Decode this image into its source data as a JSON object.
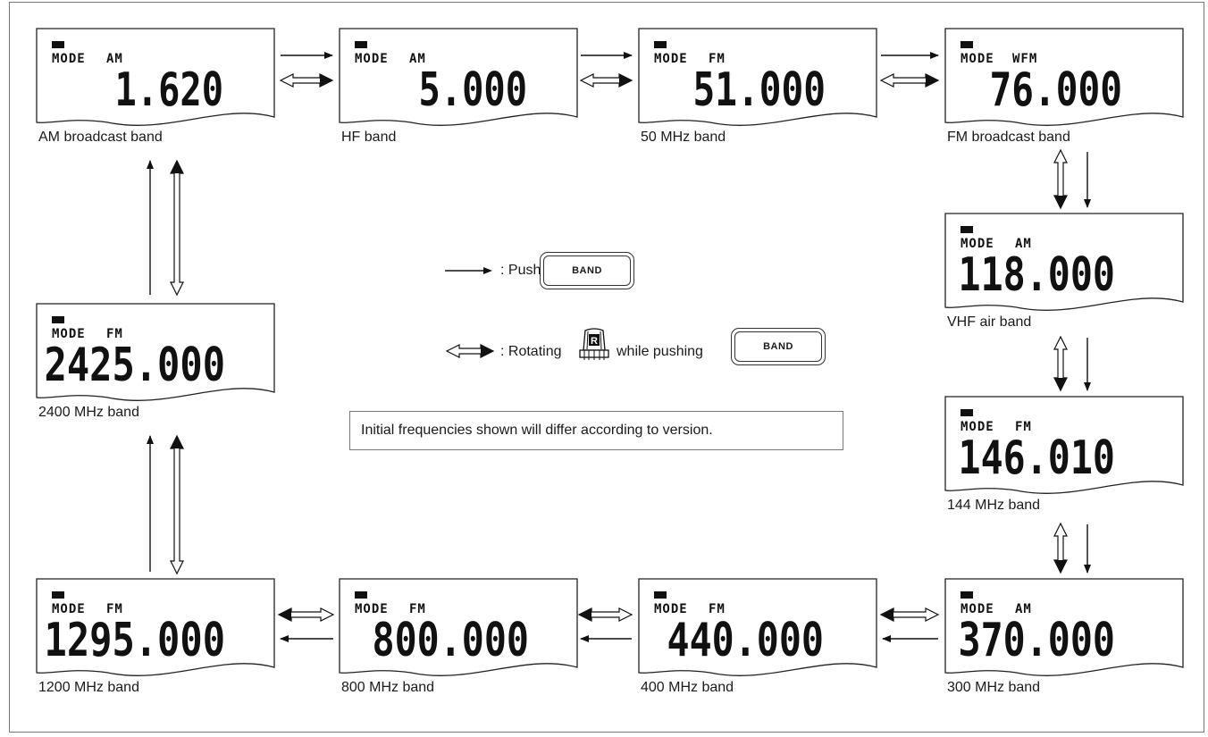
{
  "mode_word": "MODE",
  "bands": [
    {
      "id": "am-broadcast",
      "label": "AM broadcast band",
      "mode": "AM",
      "freq": "1.620"
    },
    {
      "id": "hf",
      "label": "HF band",
      "mode": "AM",
      "freq": "5.000"
    },
    {
      "id": "50mhz",
      "label": "50 MHz band",
      "mode": "FM",
      "freq": "51.000"
    },
    {
      "id": "fm-broadcast",
      "label": "FM broadcast band",
      "mode": "WFM",
      "freq": "76.000"
    },
    {
      "id": "vhf-air",
      "label": "VHF air band",
      "mode": "AM",
      "freq": "118.000"
    },
    {
      "id": "144mhz",
      "label": "144 MHz band",
      "mode": "FM",
      "freq": "146.010"
    },
    {
      "id": "300mhz",
      "label": "300 MHz band",
      "mode": "AM",
      "freq": "370.000"
    },
    {
      "id": "400mhz",
      "label": "400 MHz band",
      "mode": "FM",
      "freq": "440.000"
    },
    {
      "id": "800mhz",
      "label": "800 MHz band",
      "mode": "FM",
      "freq": "800.000"
    },
    {
      "id": "1200mhz",
      "label": "1200 MHz band",
      "mode": "FM",
      "freq": "1295.000"
    },
    {
      "id": "2400mhz",
      "label": "2400 MHz band",
      "mode": "FM",
      "freq": "2425.000"
    }
  ],
  "legend": {
    "push_text": ": Push",
    "rotate_text": ": Rotating",
    "while_text": "while pushing",
    "band_key_label": "BAND",
    "dial_letter": "R"
  },
  "note": "Initial frequencies shown will differ according to version."
}
